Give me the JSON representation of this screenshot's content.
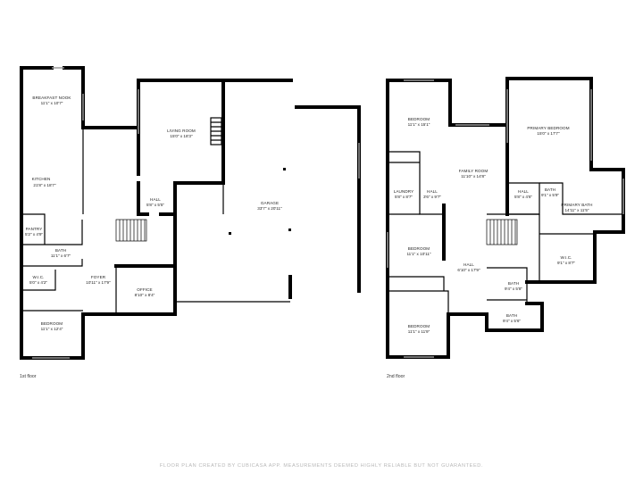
{
  "floors": [
    {
      "label": "1st floor",
      "rooms": [
        {
          "name": "BREAKFAST NOOK",
          "dims": "11'1\" x 10'7\""
        },
        {
          "name": "KITCHEN",
          "dims": "21'8\" x 18'7\""
        },
        {
          "name": "LIVING ROOM",
          "dims": "15'0\" x 18'3\""
        },
        {
          "name": "HALL",
          "dims": "5'8\" x 5'5\""
        },
        {
          "name": "GARAGE",
          "dims": "33'7\" x 20'11\""
        },
        {
          "name": "PANTRY",
          "dims": "5'2\" x 4'9\""
        },
        {
          "name": "BATH",
          "dims": "11'1\" x 6'7\""
        },
        {
          "name": "W.I.C.",
          "dims": "5'0\" x 4'2\""
        },
        {
          "name": "FOYER",
          "dims": "10'11\" x 17'9\""
        },
        {
          "name": "OFFICE",
          "dims": "8'10\" x 8'4\""
        },
        {
          "name": "BEDROOM",
          "dims": "11'1\" x 12'4\""
        }
      ]
    },
    {
      "label": "2nd floor",
      "rooms": [
        {
          "name": "BEDROOM",
          "dims": "11'1\" x 15'1\""
        },
        {
          "name": "FAMILY ROOM",
          "dims": "11'10\" x 14'8\""
        },
        {
          "name": "PRIMARY BEDROOM",
          "dims": "15'0\" x 17'7\""
        },
        {
          "name": "LAUNDRY",
          "dims": "5'8\" x 8'7\""
        },
        {
          "name": "HALL",
          "dims": "3'6\" x 9'7\""
        },
        {
          "name": "HALL",
          "dims": "5'8\" x 4'6\""
        },
        {
          "name": "BATH",
          "dims": "9'1\" x 5'9\""
        },
        {
          "name": "PRIMARY BATH",
          "dims": "14'11\" x 11'5\""
        },
        {
          "name": "BEDROOM",
          "dims": "11'1\" x 10'11\""
        },
        {
          "name": "HALL",
          "dims": "6'10\" x 17'9\""
        },
        {
          "name": "W.I.C.",
          "dims": "9'1\" x 8'7\""
        },
        {
          "name": "BATH",
          "dims": "9'4\" x 5'8\""
        },
        {
          "name": "BATH",
          "dims": "9'4\" x 5'6\""
        },
        {
          "name": "BEDROOM",
          "dims": "11'1\" x 11'9\""
        }
      ]
    }
  ],
  "footer": "FLOOR PLAN CREATED BY CUBICASA APP. MEASUREMENTS DEEMED HIGHLY RELIABLE BUT NOT GUARANTEED."
}
